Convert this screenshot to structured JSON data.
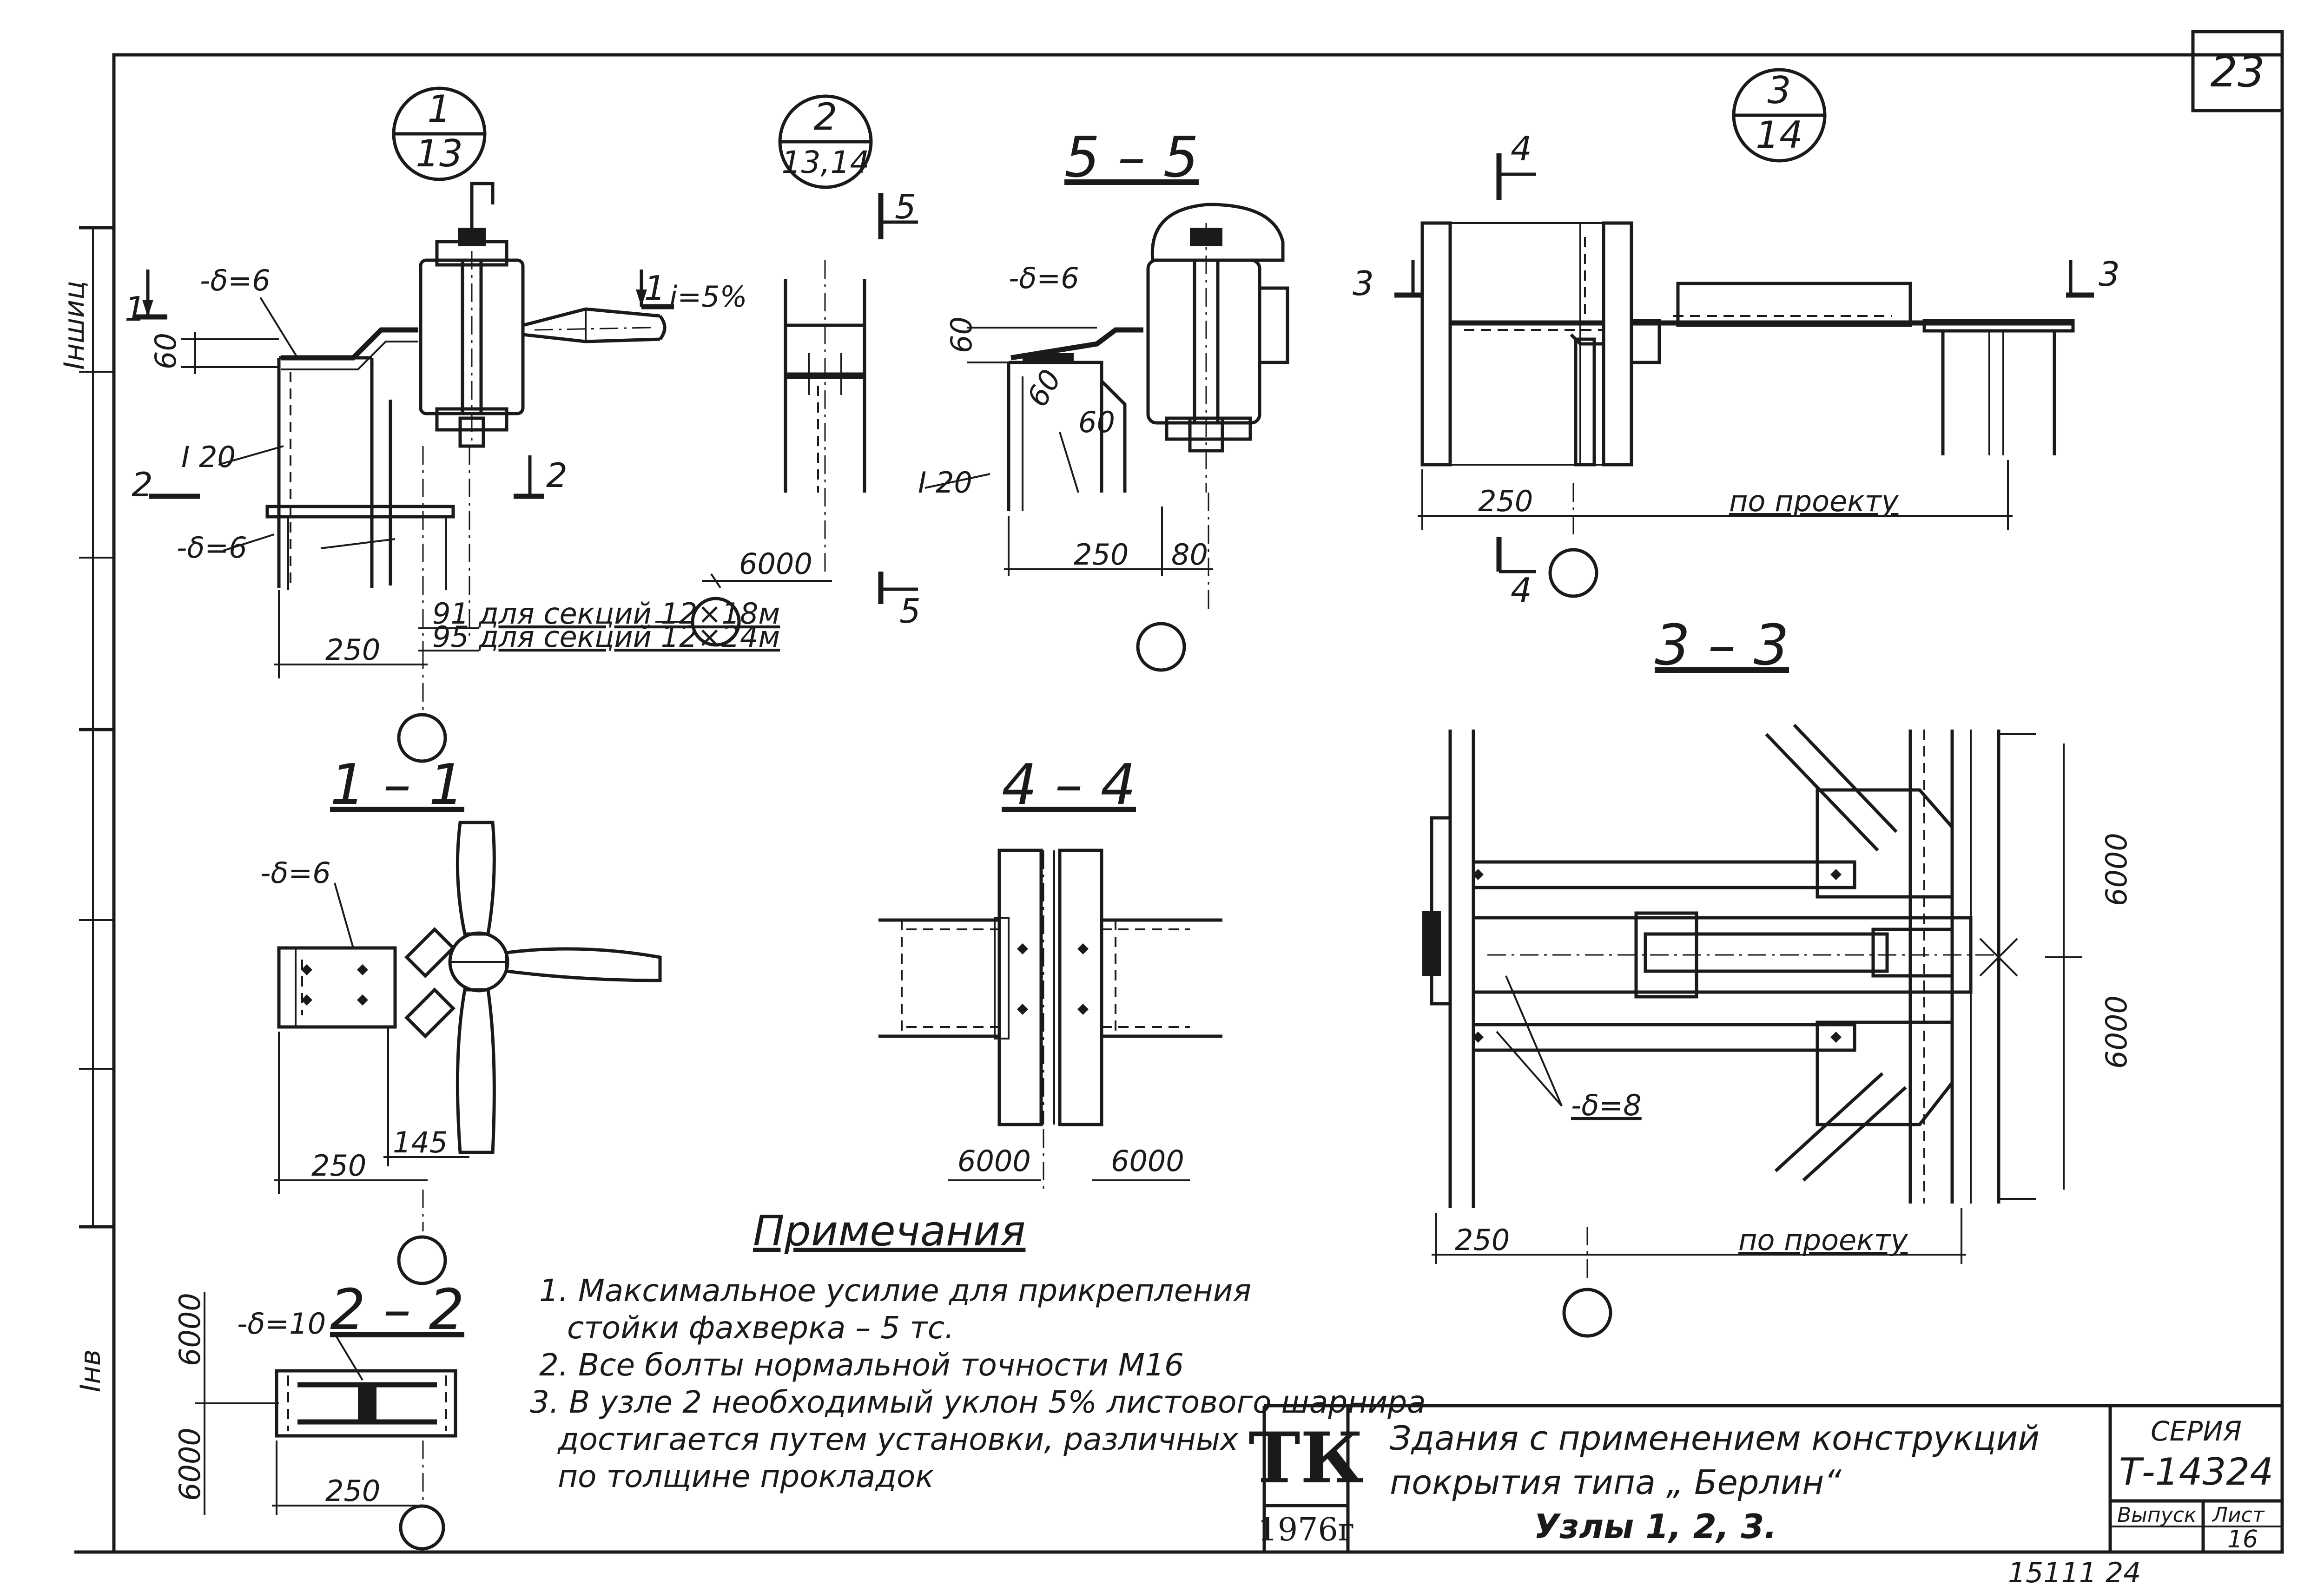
{
  "sheet": {
    "page_number": "23",
    "bottom_code_left": "15111",
    "bottom_code_right": "24",
    "left_stamp_fragments": [
      "Інв",
      "Іншиц"
    ]
  },
  "callouts": {
    "node1": {
      "top": "1",
      "bottom": "13"
    },
    "node2": {
      "top": "2",
      "bottom": "13,14"
    },
    "node3": {
      "top": "3",
      "bottom": "14"
    }
  },
  "section_titles": {
    "s55": "5 – 5",
    "s11": "1 – 1",
    "s44": "4 – 4",
    "s33": "3 – 3",
    "s22": "2 – 2"
  },
  "node1": {
    "plate_top": "-δ=6",
    "plate_bottom": "-δ=6",
    "profile": "I 20",
    "dim_60": "60",
    "slope": "i=5%",
    "cut1_left": "1",
    "cut1_right": "1",
    "cut2_left": "2",
    "cut2_right": "2",
    "dim_250": "250",
    "dim_91": "91",
    "dim_95": "95",
    "note_91": "для секций 12×18м",
    "note_95": "для секций 12×24м"
  },
  "node2": {
    "cut5_top": "5",
    "cut5_bottom": "5",
    "dim_6000": "6000"
  },
  "section55": {
    "plate": "-δ=6",
    "profile": "I 20",
    "dim_60a": "60",
    "dim_60b": "60",
    "dim_60c": "60",
    "dim_250": "250",
    "dim_80": "80"
  },
  "node3": {
    "cut4_top": "4",
    "cut4_bottom": "4",
    "cut3_left": "3",
    "cut3_right": "3",
    "dim_250": "250",
    "dim_project": "по проекту"
  },
  "section11": {
    "plate": "-δ=6",
    "dim_250": "250",
    "dim_145": "145"
  },
  "section44": {
    "dim_left": "6000",
    "dim_right": "6000"
  },
  "section33": {
    "plate": "-δ=8",
    "dim_6000_top": "6000",
    "dim_6000_bottom": "6000",
    "dim_250": "250",
    "dim_project": "по проекту"
  },
  "section22": {
    "plate": "-δ=10",
    "dim_6000_top": "6000",
    "dim_6000_bottom": "6000",
    "dim_250": "250"
  },
  "notes": {
    "heading": "Примечания",
    "items": [
      "1. Максимальное усилие для прикрепления",
      "стойки фахверка – 5 тс.",
      "2. Все болты нормальной точности М16",
      "3. В узле 2 необходимый уклон 5% листового шарнира",
      "достигается путем установки, различных",
      "по толщине прокладок"
    ]
  },
  "title_block": {
    "logo": "ТК",
    "year": "1976г",
    "title_line1": "Здания с применением конструкций",
    "title_line2": "покрытия типа „ Берлин“",
    "title_line3": "Узлы 1, 2, 3.",
    "series_label": "СЕРИЯ",
    "series_value": "Т-14324",
    "issue_label": "Выпуск",
    "sheet_label": "Лист",
    "sheet_value": "16"
  }
}
